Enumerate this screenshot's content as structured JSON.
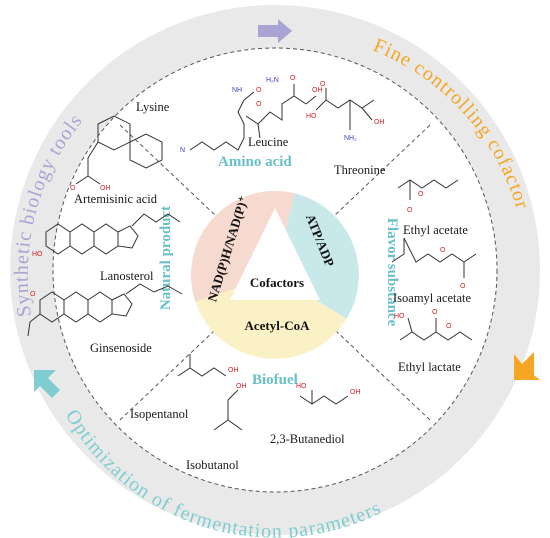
{
  "ring_labels": {
    "top_left": "Synthetic biology tools",
    "top_right": "Fine controlling cofactor",
    "bottom": "Optimization of fermentation parameters"
  },
  "center": {
    "label": "Cofactors",
    "sectors": [
      "NAD(P)H/NAD(P)⁺",
      "ATP/ADP",
      "Acetyl-CoA"
    ]
  },
  "categories": {
    "amino_acid": "Amino acid",
    "flavor": "Flavor substance",
    "natural": "Natural product",
    "biofuel": "Biofuel"
  },
  "compounds": {
    "lysine": "Lysine",
    "leucine": "Leucine",
    "threonine": "Threonine",
    "ethyl_acetate": "Ethyl acetate",
    "isoamyl_acetate": "Isoamyl acetate",
    "ethyl_lactate": "Ethyl lactate",
    "artemisinic": "Artemisinic acid",
    "lanosterol": "Lanosterol",
    "ginsenoside": "Ginsenoside",
    "isopentanol": "Isopentanol",
    "isobutanol": "Isobutanol",
    "butanediol": "2,3-Butanediol"
  },
  "colors": {
    "outer_ring": "#e9e9e9",
    "synthetic": "#a9a4d3",
    "fine": "#f5a623",
    "optimization": "#7fcdd0",
    "nad_sector": "#f6d9cf",
    "atp_sector": "#c8e8ea",
    "acetyl_sector": "#fbf1c6",
    "category": "#69c0c8"
  },
  "arrows": {
    "top": "arrow-right-icon",
    "right": "arrow-down-left-icon",
    "left": "arrow-up-right-icon"
  }
}
